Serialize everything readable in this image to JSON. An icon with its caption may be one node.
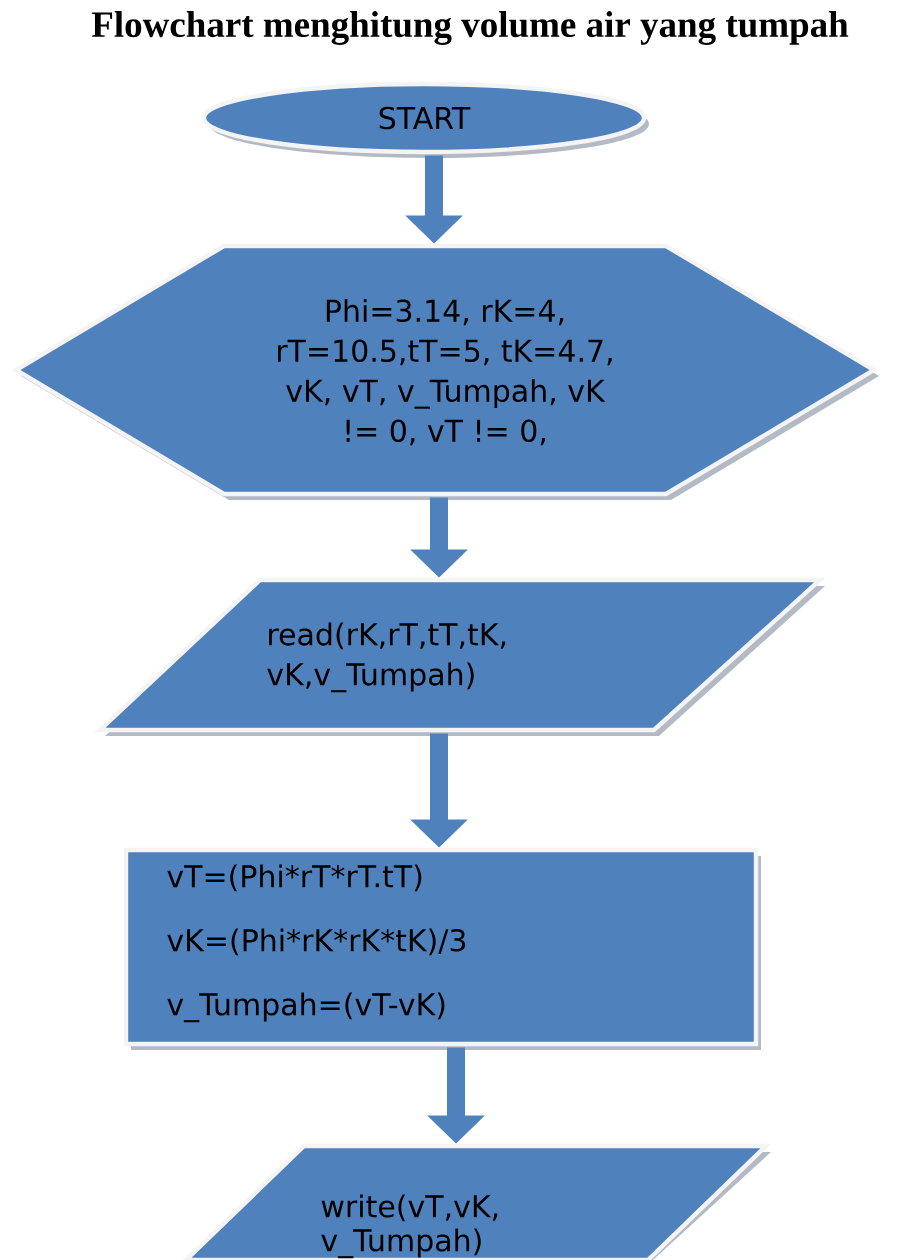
{
  "diagram": {
    "title": "Flowchart menghitung volume air yang tumpah",
    "nodes": [
      {
        "text": [
          "START"
        ]
      },
      {
        "text": [
          "Phi=3.14, rK=4, rT=10.5,tT=5, tK=4.7, vK, vT, v_Tumpah, vK != 0, vT != 0,"
        ]
      },
      {
        "text": [
          "read(rK,rT,tT,tK, vK,v_Tumpah)"
        ]
      },
      {
        "text": [
          "vT=(Phi*rT*rT.tT)",
          "vK=(Phi*rK*rK*tK)/3",
          "v_Tumpah=(vT-vK)"
        ]
      },
      {
        "text": [
          "write(vT,vK, v_Tumpah)"
        ]
      }
    ],
    "edges": [
      {
        "from": 0,
        "to": 1,
        "arrow": "to"
      },
      {
        "from": 1,
        "to": 2,
        "arrow": "to"
      },
      {
        "from": 2,
        "to": 3,
        "arrow": "to"
      },
      {
        "from": 3,
        "to": 4,
        "arrow": "to"
      }
    ]
  }
}
